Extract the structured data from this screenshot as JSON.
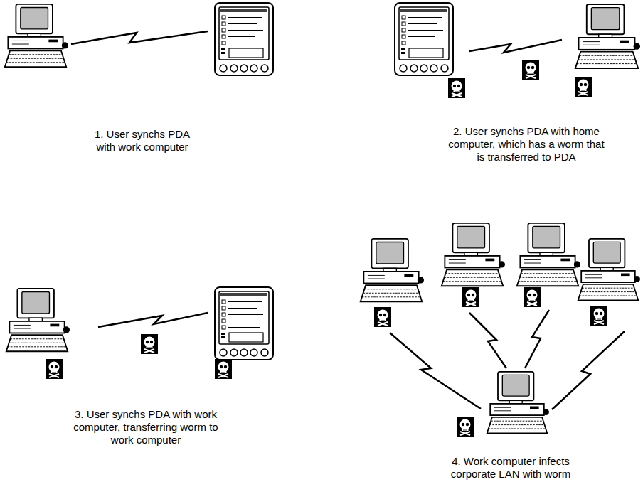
{
  "diagram": {
    "labels": [
      "1. User synchs PDA with work computer",
      "2. User synchs PDA with home computer, which has a worm that is transferred to PDA",
      "3. User synchs PDA with work computer, transferring worm to work computer",
      "4. Work computer infects corporate LAN with worm"
    ]
  }
}
